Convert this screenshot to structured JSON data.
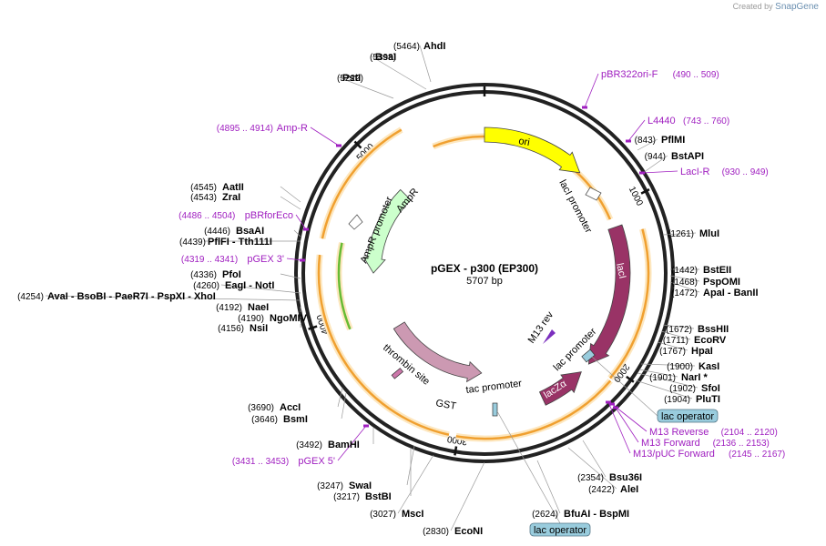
{
  "branding": {
    "created_by": "Created by",
    "app": "SnapGene"
  },
  "plasmid": {
    "name": "pGEX - p300 (EP300)",
    "size": "5707 bp",
    "length": 5707
  },
  "ticks": [
    "1000",
    "2000",
    "3000",
    "4000",
    "5000"
  ],
  "enzymes": [
    {
      "name": "AhdI",
      "pos": "(5464)"
    },
    {
      "name": "BsaI",
      "pos": "(5398)"
    },
    {
      "name": "PstI",
      "pos": "(5222)"
    },
    {
      "name": "PflMI",
      "pos": "(843)"
    },
    {
      "name": "BstAPI",
      "pos": "(944)"
    },
    {
      "name": "MluI",
      "pos": "(1261)"
    },
    {
      "name": "BstEII",
      "pos": "(1442)"
    },
    {
      "name": "PspOMI",
      "pos": "(1468)"
    },
    {
      "name": "ApaI - BanII",
      "pos": "(1472)"
    },
    {
      "name": "BssHII",
      "pos": "(1672)"
    },
    {
      "name": "EcoRV",
      "pos": "(1711)"
    },
    {
      "name": "HpaI",
      "pos": "(1767)"
    },
    {
      "name": "KasI",
      "pos": "(1900)"
    },
    {
      "name": "NarI *",
      "pos": "(1901)"
    },
    {
      "name": "SfoI",
      "pos": "(1902)"
    },
    {
      "name": "PluTI",
      "pos": "(1904)"
    },
    {
      "name": "Bsu36I",
      "pos": "(2354)"
    },
    {
      "name": "AleI",
      "pos": "(2422)"
    },
    {
      "name": "BfuAI - BspMI",
      "pos": "(2624)"
    },
    {
      "name": "EcoNI",
      "pos": "(2830)"
    },
    {
      "name": "MscI",
      "pos": "(3027)"
    },
    {
      "name": "BstBI",
      "pos": "(3217)"
    },
    {
      "name": "SwaI",
      "pos": "(3247)"
    },
    {
      "name": "BamHI",
      "pos": "(3492)"
    },
    {
      "name": "BsmI",
      "pos": "(3646)"
    },
    {
      "name": "AccI",
      "pos": "(3690)"
    },
    {
      "name": "NsiI",
      "pos": "(4156)"
    },
    {
      "name": "NgoMIV",
      "pos": "(4190)"
    },
    {
      "name": "NaeI",
      "pos": "(4192)"
    },
    {
      "name": "AvaI - BsoBI - PaeR7I - PspXI - XhoI",
      "pos": "(4254)"
    },
    {
      "name": "EagI - NotI",
      "pos": "(4260)"
    },
    {
      "name": "PfoI",
      "pos": "(4336)"
    },
    {
      "name": "PflFI - Tth111I",
      "pos": "(4439)"
    },
    {
      "name": "BsaAI",
      "pos": "(4446)"
    },
    {
      "name": "ZraI",
      "pos": "(4543)"
    },
    {
      "name": "AatII",
      "pos": "(4545)"
    }
  ],
  "primers": [
    {
      "name": "pBR322ori-F",
      "range": "(490 .. 509)"
    },
    {
      "name": "L4440",
      "range": "(743 .. 760)"
    },
    {
      "name": "LacI-R",
      "range": "(930 .. 949)"
    },
    {
      "name": "M13 Reverse",
      "range": "(2104 .. 2120)"
    },
    {
      "name": "M13 Forward",
      "range": "(2136 .. 2153)"
    },
    {
      "name": "M13/pUC Forward",
      "range": "(2145 .. 2167)"
    },
    {
      "name": "pGEX 5'",
      "range": "(3431 .. 3453)"
    },
    {
      "name": "pGEX 3'",
      "range": "(4319 .. 4341)"
    },
    {
      "name": "pBRforEco",
      "range": "(4486 .. 4504)"
    },
    {
      "name": "Amp-R",
      "range": "(4895 .. 4914)"
    }
  ],
  "features": {
    "ori": "ori",
    "laci": "lacI",
    "laci_promoter": "lacI promoter",
    "lacza": "lacZα",
    "lac_promoter": "lac promoter",
    "m13_rev": "M13 rev",
    "tac_promoter": "tac promoter",
    "gst": "GST",
    "thrombin": "thrombin site",
    "ampr": "AmpR",
    "ampr_promoter": "AmpR promoter",
    "lac_operator_1": "lac operator",
    "lac_operator_2": "lac operator"
  },
  "colors": {
    "ori": "#ffff00",
    "laci": "#993366",
    "lacza": "#993366",
    "gst": "#cc99b2",
    "ampr": "#ccffcc",
    "orf": "#f0a030",
    "orf_green": "#66bb33",
    "primer": "#a020c0",
    "operator": "#99ccdd"
  }
}
